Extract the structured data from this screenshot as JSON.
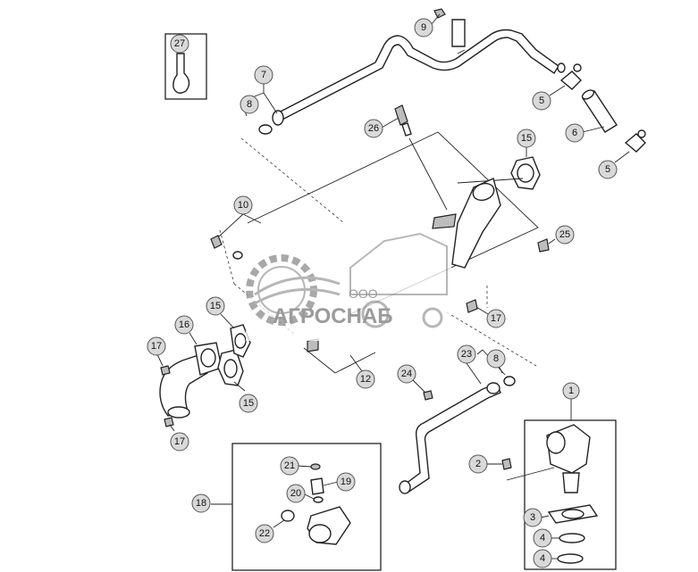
{
  "callouts": {
    "c1": "1",
    "c2": "2",
    "c3": "3",
    "c4a": "4",
    "c4b": "4",
    "c5a": "5",
    "c5b": "5",
    "c6": "6",
    "c7": "7",
    "c8a": "8",
    "c8b": "8",
    "c9": "9",
    "c10": "10",
    "c12": "12",
    "c15a": "15",
    "c15b": "15",
    "c15c": "15",
    "c16": "16",
    "c17a": "17",
    "c17b": "17",
    "c17c": "17",
    "c18": "18",
    "c19": "19",
    "c20": "20",
    "c21": "21",
    "c22": "22",
    "c23": "23",
    "c24": "24",
    "c25": "25",
    "c26": "26",
    "c27": "27"
  },
  "watermark": {
    "small": "ООО",
    "brand": "АГРОСНАБ"
  },
  "colors": {
    "callout_fill": "#d9d9d9",
    "line": "#222222",
    "watermark": "#8a8a8a"
  }
}
